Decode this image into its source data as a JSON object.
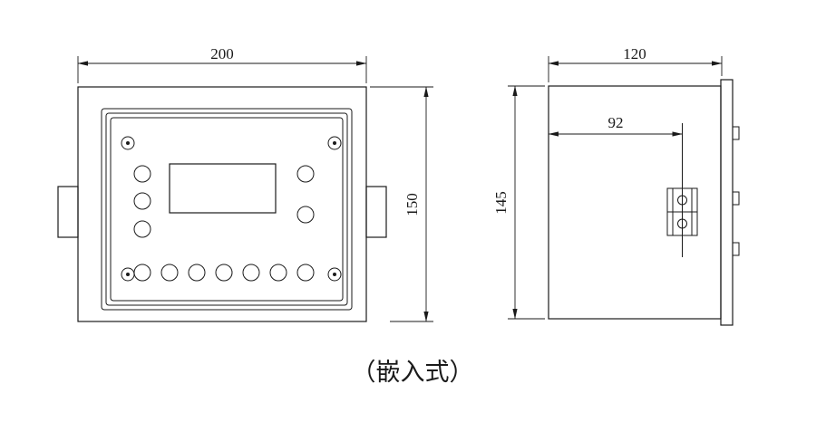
{
  "caption": "（嵌入式）",
  "front_view": {
    "dim_width": "200",
    "dim_height": "150"
  },
  "side_view": {
    "dim_width": "120",
    "dim_mount": "92",
    "dim_height": "145"
  },
  "colors": {
    "line": "#1a1a1a",
    "background": "#ffffff"
  }
}
